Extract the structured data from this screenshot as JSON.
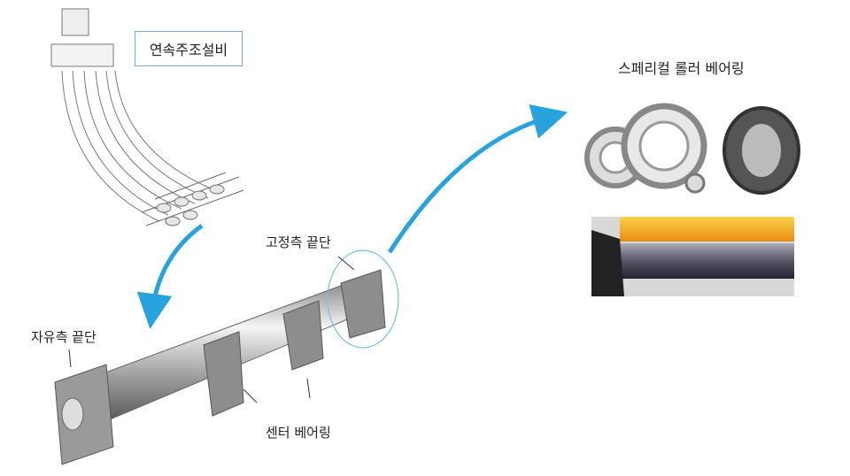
{
  "labels": {
    "caster": "연속주조설비",
    "spherical_bearing": "스페리컬 롤러 베어링",
    "fixed_end": "고정측 끝단",
    "free_end": "자유측 끝단",
    "center_bearing": "센터 베어링"
  },
  "colors": {
    "arrow": "#29a3de",
    "box_border": "#6aaede",
    "hot_slab": "#f2a51a"
  }
}
